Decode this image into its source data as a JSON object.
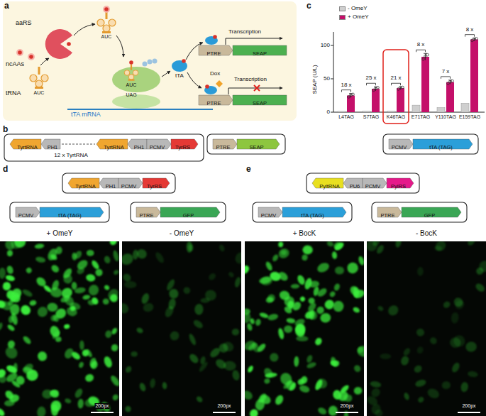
{
  "diagram": {
    "nodes": [
      {
        "text": [
          "PTRE"
        ]
      },
      {
        "text": [
          "SEAP"
        ]
      },
      {
        "text": [
          "PTRE"
        ]
      },
      {
        "text": [
          "SEAP"
        ]
      },
      {
        "text": [
          "TyrtRNA"
        ]
      },
      {
        "text": [
          "PH1"
        ]
      },
      {
        "text": [
          "TyrtRNA"
        ]
      },
      {
        "text": [
          "PH1"
        ]
      },
      {
        "text": [
          "PCMV"
        ]
      },
      {
        "text": [
          "TyrRS"
        ]
      },
      {
        "text": [
          "PTRE"
        ]
      },
      {
        "text": [
          "SEAP"
        ]
      },
      {
        "text": [
          "PCMV"
        ]
      },
      {
        "text": [
          "tTA (TAG)"
        ]
      },
      {
        "text": [
          "TyrtRNA"
        ]
      },
      {
        "text": [
          "PH1"
        ]
      },
      {
        "text": [
          "PCMV"
        ]
      },
      {
        "text": [
          "TyrRS"
        ]
      },
      {
        "text": [
          "PCMV"
        ]
      },
      {
        "text": [
          "tTA (TAG)"
        ]
      },
      {
        "text": [
          "PTRE"
        ]
      },
      {
        "text": [
          "GFP"
        ]
      },
      {
        "text": [
          "PyltRNA"
        ]
      },
      {
        "text": [
          "PU6"
        ]
      },
      {
        "text": [
          "PCMV"
        ]
      },
      {
        "text": [
          "PylRS"
        ]
      },
      {
        "text": [
          "PCMV"
        ]
      },
      {
        "text": [
          "tTA (TAG)"
        ]
      },
      {
        "text": [
          "PTRE"
        ]
      },
      {
        "text": [
          "GFP"
        ]
      }
    ],
    "labels": [
      "a",
      "aaRS",
      "ncAAs",
      "AUC",
      "tRNA",
      "AUC",
      "AUC",
      "UAG",
      "tTA mRNA",
      "tTA",
      "Transcription",
      "Dox",
      "Transcription",
      "b",
      "12 x TyrtRNA",
      "c",
      "SEAP (U/L)",
      "100",
      "50",
      "0",
      "L4TAG",
      "S7TAG",
      "K46TAG",
      "E71TAG",
      "Y110TAG",
      "E159TAG",
      "18 x",
      "25 x",
      "21 x",
      "8 x",
      "7 x",
      "8 x",
      "d",
      "+ OmeY",
      "- OmeY",
      "200px",
      "200px",
      "e",
      "+ BocK",
      "- BocK",
      "200px",
      "200px"
    ],
    "legend": [
      {
        "text": "- OmeY",
        "color": "#cfcfcf"
      },
      {
        "text": "+ OmeY",
        "color": "#c4106a"
      }
    ]
  }
}
